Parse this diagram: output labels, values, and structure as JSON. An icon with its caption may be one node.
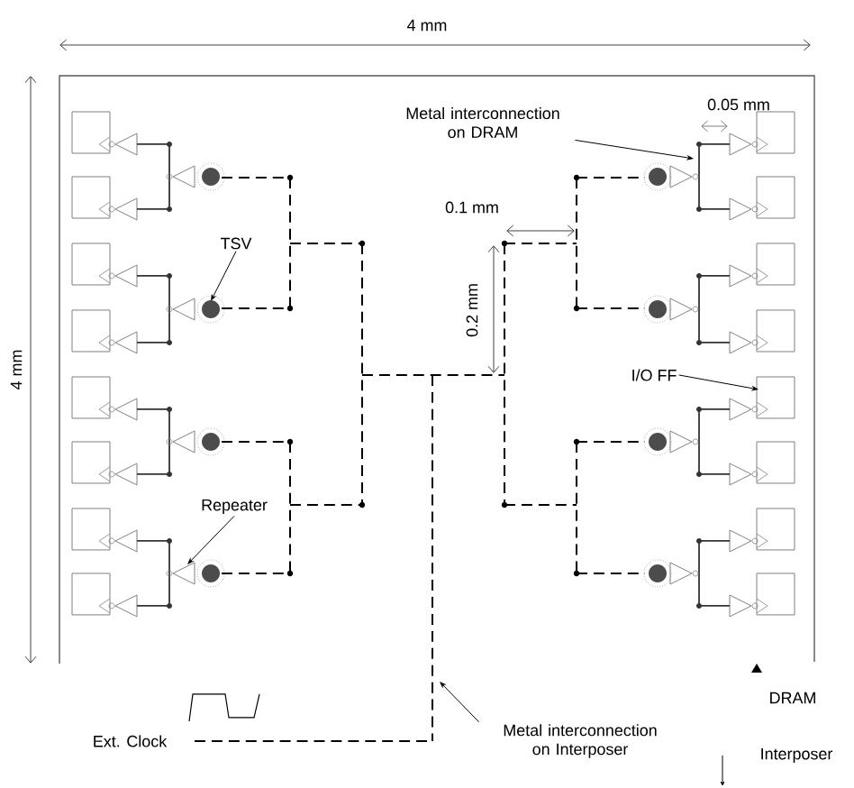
{
  "diagram": {
    "nodes": [
      {
        "text": [
          "Metal interconnection on DRAM"
        ]
      },
      {
        "text": [
          "TSV"
        ]
      },
      {
        "text": [
          "I/O FF"
        ]
      },
      {
        "text": [
          "Repeater"
        ]
      },
      {
        "text": [
          "Metal interconnection on Interposer"
        ]
      }
    ],
    "edges": [
      {
        "from": 0,
        "to": null,
        "arrow": "to"
      },
      {
        "from": 1,
        "to": null,
        "arrow": "to"
      },
      {
        "from": 2,
        "to": null,
        "arrow": "to"
      },
      {
        "from": 3,
        "to": null,
        "arrow": "to"
      },
      {
        "from": 4,
        "to": null,
        "arrow": "to"
      }
    ],
    "labels": [
      "4 mm",
      "4 mm",
      "0.05 mm",
      "0.1 mm",
      "0.2 mm",
      "Ext. Clock",
      "DRAM",
      "Interposer"
    ]
  }
}
